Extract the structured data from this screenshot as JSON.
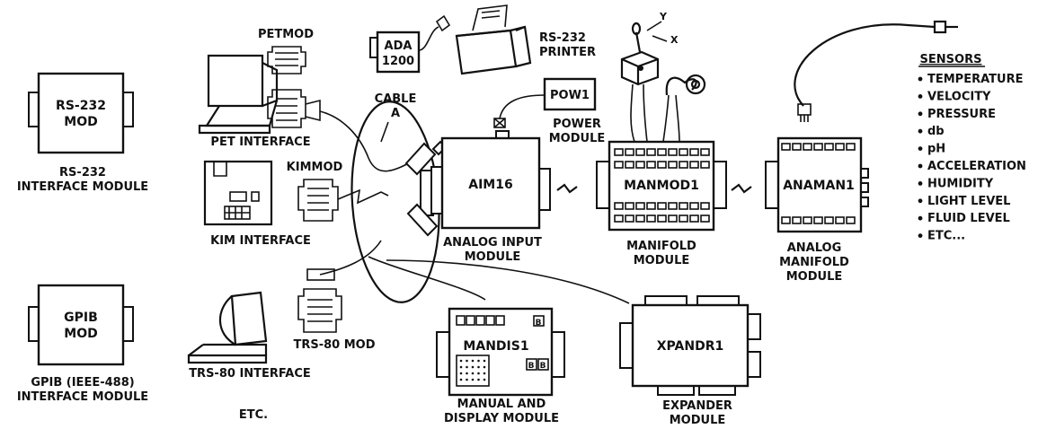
{
  "modules": {
    "rs232_mod": {
      "line1": "RS-232",
      "line2": "MOD",
      "caption1": "RS-232",
      "caption2": "INTERFACE MODULE"
    },
    "gpib_mod": {
      "line1": "GPIB",
      "line2": "MOD",
      "caption1": "GPIB (IEEE-488)",
      "caption2": "INTERFACE MODULE"
    },
    "petmod": {
      "label": "PETMOD"
    },
    "pet_interface": {
      "label": "PET INTERFACE"
    },
    "kimmod": {
      "label": "KIMMOD"
    },
    "kim_interface": {
      "label": "KIM INTERFACE"
    },
    "trs80_mod": {
      "label": "TRS-80 MOD"
    },
    "trs80_interface": {
      "label": "TRS-80 INTERFACE"
    },
    "etc_computers": {
      "label": "ETC."
    },
    "ada1200": {
      "line1": "ADA",
      "line2": "1200"
    },
    "rs232_printer": {
      "line1": "RS-232",
      "line2": "PRINTER"
    },
    "cable_a": {
      "line1": "CABLE",
      "line2": "A"
    },
    "pow1": {
      "label": "POW1",
      "caption1": "POWER",
      "caption2": "MODULE"
    },
    "aim16": {
      "label": "AIM16",
      "caption1": "ANALOG INPUT",
      "caption2": "MODULE"
    },
    "manmod1": {
      "label": "MANMOD1",
      "caption1": "MANIFOLD",
      "caption2": "MODULE"
    },
    "anaman1": {
      "label": "ANAMAN1",
      "caption1": "ANALOG",
      "caption2": "MANIFOLD",
      "caption3": "MODULE"
    },
    "mandis1": {
      "label": "MANDIS1",
      "caption1": "MANUAL AND",
      "caption2": "DISPLAY MODULE"
    },
    "xpandr1": {
      "label": "XPANDR1",
      "caption1": "EXPANDER",
      "caption2": "MODULE"
    },
    "joystick": {
      "y": "Y",
      "x": "X"
    }
  },
  "sensors": {
    "title": "SENSORS",
    "items": [
      "TEMPERATURE",
      "VELOCITY",
      "PRESSURE",
      "db",
      "pH",
      "ACCELERATION",
      "HUMIDITY",
      "LIGHT LEVEL",
      "FLUID LEVEL",
      "ETC..."
    ]
  }
}
